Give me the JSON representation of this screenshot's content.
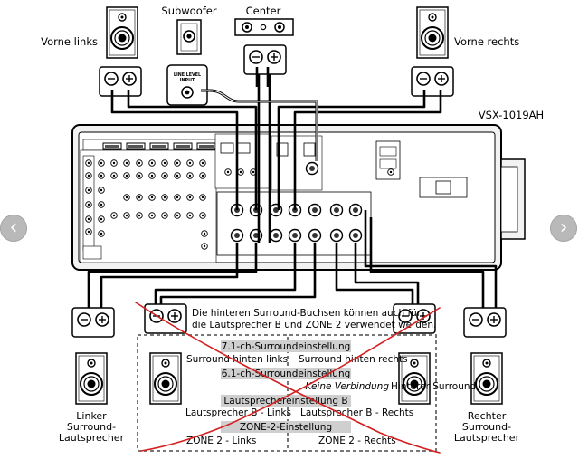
{
  "speakers": {
    "front_left": "Vorne links",
    "subwoofer": "Subwoofer",
    "center": "Center",
    "front_right": "Vorne rechts",
    "left_surround": [
      "Linker",
      "Surround-",
      "Lautsprecher"
    ],
    "right_surround": [
      "Rechter",
      "Surround-",
      "Lautsprecher"
    ]
  },
  "model": "VSX-1019AH",
  "subwoofer_input": [
    "LINE LEVEL",
    "INPUT"
  ],
  "notice": [
    "Die hinteren Surround-Buchsen können auch für",
    "die Lautsprecher B und ZONE 2 verwendet werden."
  ],
  "settings": {
    "s71": "7.1-ch-Surroundeinstellung",
    "surround_back_left": "Surround hinten links",
    "surround_back_right": "Surround hinten rechts",
    "s61": "6.1-ch-Surroundeinstellung",
    "no_connection": "Keine Verbindung",
    "back_surround": "Hinterer Surround",
    "speaker_b": "Lautsprechereinstellung  B",
    "speaker_b_left": "Lautsprecher B - Links",
    "speaker_b_right": "Lautsprecher B - Rechts",
    "zone2": "ZONE-2-Einstellung",
    "zone2_left": "ZONE 2 - Links",
    "zone2_right": "ZONE 2 - Rechts"
  },
  "colors": {
    "red_markup": "#d42020",
    "gray_bar": "#cfcfcf",
    "nav_button": "#b9b9b9"
  },
  "icons": {
    "prev": "chevron-left-icon",
    "next": "chevron-right-icon"
  }
}
